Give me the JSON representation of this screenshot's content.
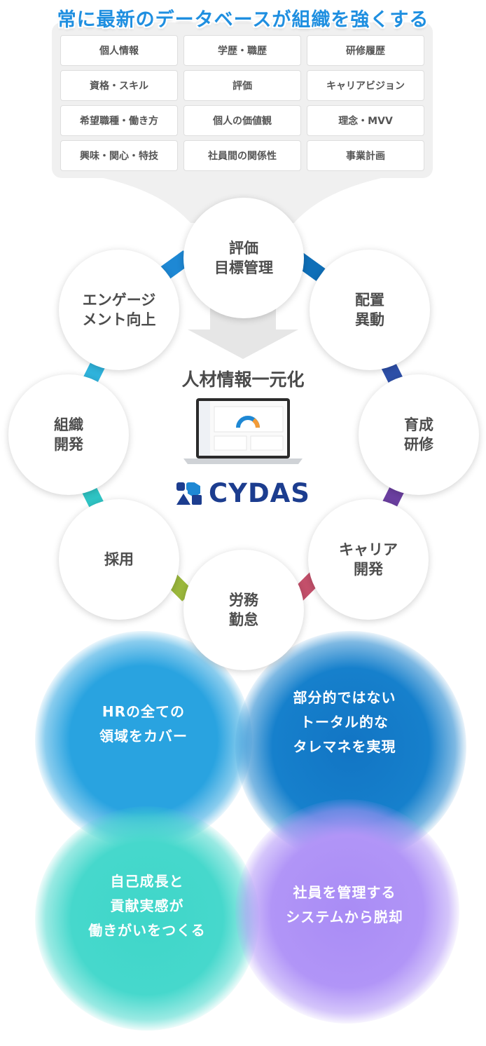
{
  "headline": "常に最新のデータベースが組織を強くする",
  "data_items": [
    "個人情報",
    "学歴・職歴",
    "研修履歴",
    "資格・スキル",
    "評価",
    "キャリアビジョン",
    "希望職種・働き方",
    "個人の価値観",
    "理念・MVV",
    "興味・関心・特技",
    "社員間の関係性",
    "事業計画"
  ],
  "nodes": {
    "top": [
      "評価",
      "目標管理"
    ],
    "upper_right": [
      "配置",
      "異動"
    ],
    "right": [
      "育成",
      "研修"
    ],
    "lower_right": [
      "キャリア",
      "開発"
    ],
    "bottom": [
      "労務",
      "勤怠"
    ],
    "lower_left": [
      "採用"
    ],
    "left": [
      "組織",
      "開発"
    ],
    "upper_left": [
      "エンゲージ",
      "メント向上"
    ]
  },
  "center": {
    "title": "人材情報一元化",
    "logo_text": "CYDAS"
  },
  "benefits": {
    "b1": [
      "HRの全ての",
      "領域をカバー"
    ],
    "b2": [
      "部分的ではない",
      "トータル的な",
      "タレマネを実現"
    ],
    "b3": [
      "自己成長と",
      "貢献実感が",
      "働きがいをつくる"
    ],
    "b4": [
      "社員を管理する",
      "システムから脱却"
    ]
  },
  "colors": {
    "headline": "#1f8fe0",
    "logo": "#1c3d8f",
    "ring_segments": [
      "#1e88d4",
      "#0f6fb8",
      "#2d4fa8",
      "#6b3fa0",
      "#c4506b",
      "#9bb83c",
      "#2fc4c4",
      "#2fb3dc"
    ],
    "blob_blue": "#29a3e0",
    "blob_navy": "#1275c4",
    "blob_teal": "#3fd6c9",
    "blob_violet": "#a98cf5"
  }
}
